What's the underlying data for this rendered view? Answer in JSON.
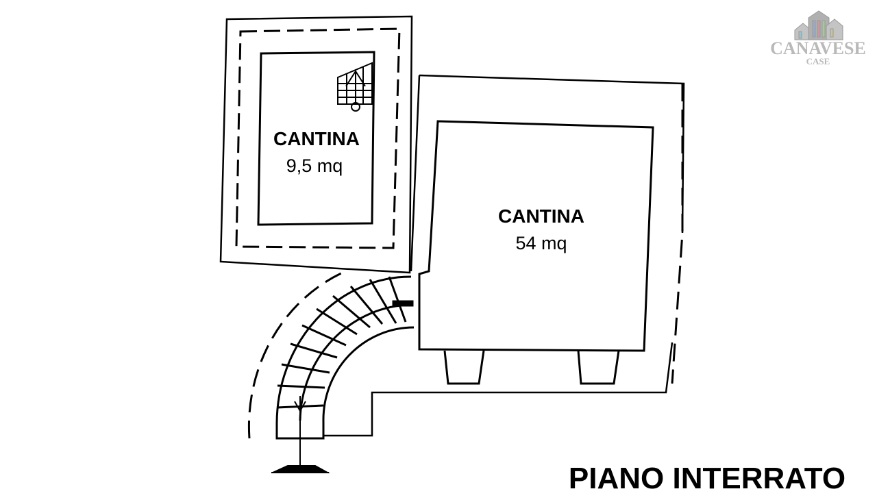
{
  "rooms": [
    {
      "name": "CANTINA",
      "area": "9,5 mq"
    },
    {
      "name": "CANTINA",
      "area": "54 mq"
    }
  ],
  "floor_label": "PIANO INTERRATO",
  "logo": {
    "name": "CANAVESE",
    "sub": "CASE",
    "color": "#b9b9b9"
  },
  "icons": [
    "staircase-symbol-icon",
    "entrance-arrow-icon",
    "logo-houses-icon"
  ]
}
